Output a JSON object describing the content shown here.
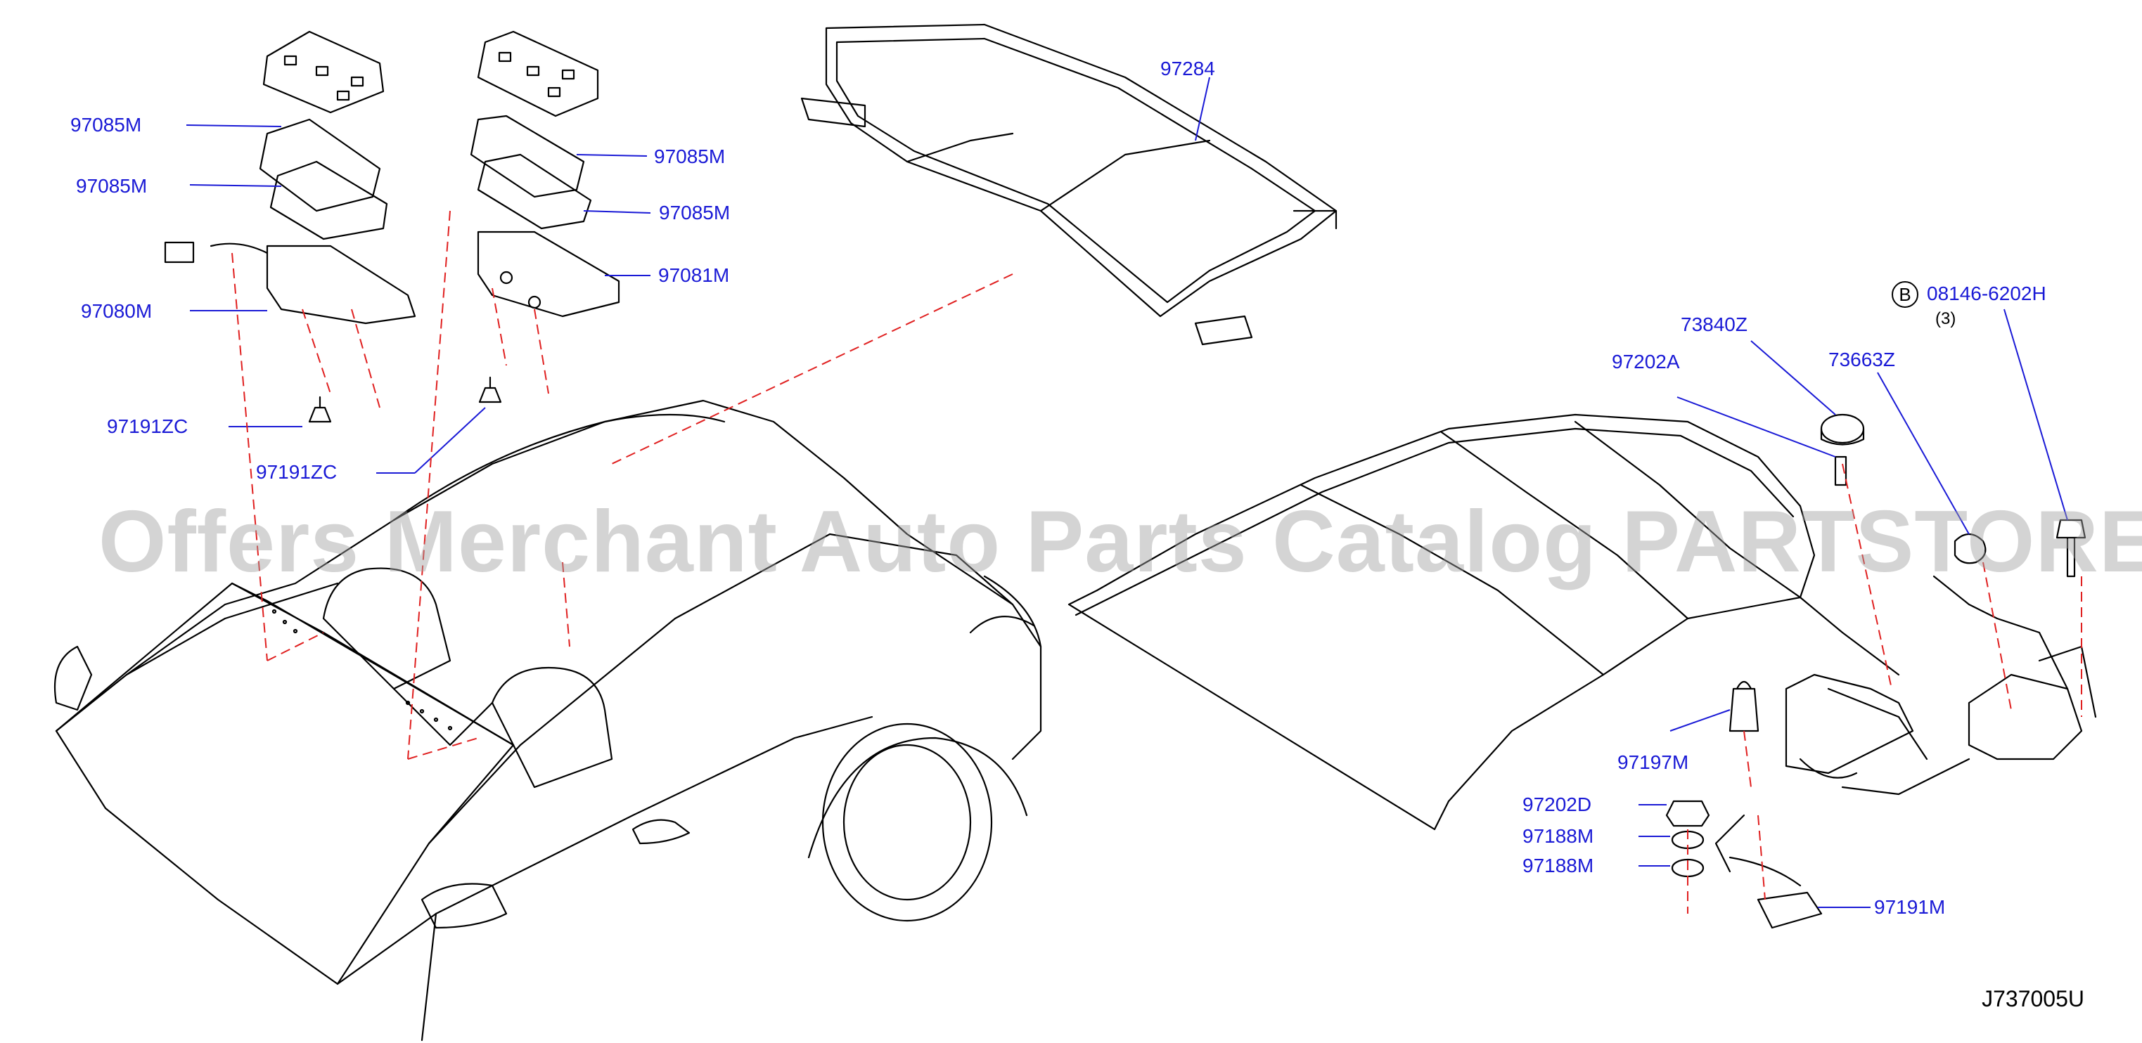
{
  "parts": [
    {
      "id": "p97284",
      "label": "97284"
    },
    {
      "id": "p97085M_a",
      "label": "97085M"
    },
    {
      "id": "p97085M_b",
      "label": "97085M"
    },
    {
      "id": "p97085M_c",
      "label": "97085M"
    },
    {
      "id": "p97085M_d",
      "label": "97085M"
    },
    {
      "id": "p97080M",
      "label": "97080M"
    },
    {
      "id": "p97081M",
      "label": "97081M"
    },
    {
      "id": "p97191ZC_a",
      "label": "97191ZC"
    },
    {
      "id": "p97191ZC_b",
      "label": "97191ZC"
    },
    {
      "id": "p08146",
      "label": "08146-6202H"
    },
    {
      "id": "p73840Z",
      "label": "73840Z"
    },
    {
      "id": "p97202A",
      "label": "97202A"
    },
    {
      "id": "p73663Z",
      "label": "73663Z"
    },
    {
      "id": "p97197M",
      "label": "97197M"
    },
    {
      "id": "p97202D",
      "label": "97202D"
    },
    {
      "id": "p97188M_a",
      "label": "97188M"
    },
    {
      "id": "p97188M_b",
      "label": "97188M"
    },
    {
      "id": "p97191M",
      "label": "97191M"
    }
  ],
  "bolt_marker": "B",
  "bolt_quantity": "(3)",
  "watermark": "Offers Merchant Auto Parts Catalog PARTSTORE.SA",
  "diagram_code": "J737005U",
  "colors": {
    "callout": "#1a1ad6",
    "dashed_leader": "#e02020",
    "line_art": "#000000",
    "watermark": "#a0a0a0"
  }
}
